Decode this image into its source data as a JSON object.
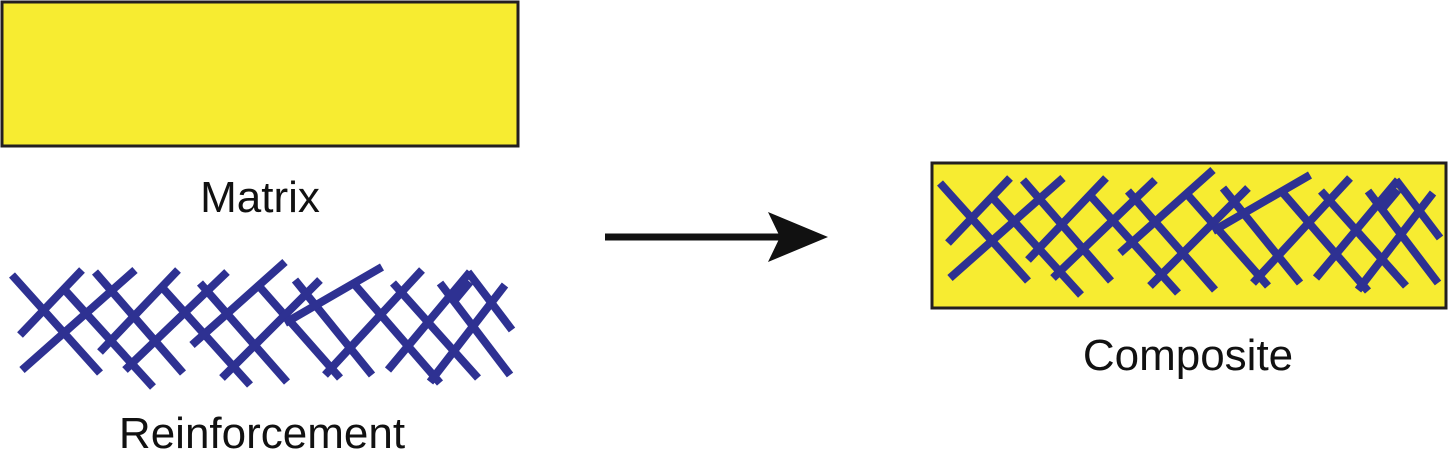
{
  "labels": {
    "matrix": "Matrix",
    "reinforcement": "Reinforcement",
    "composite": "Composite"
  },
  "colors": {
    "matrix_fill": "#F7EC31",
    "fiber": "#2E3192",
    "outline": "#231F20",
    "arrow": "#111111"
  }
}
